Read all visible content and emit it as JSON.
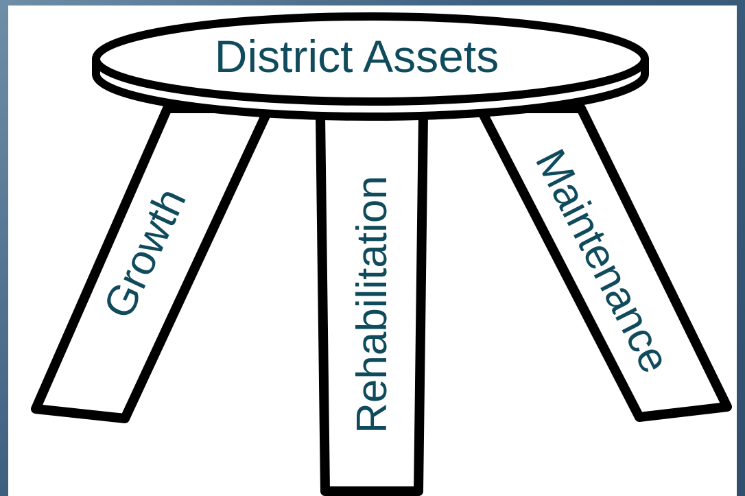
{
  "diagram": {
    "title": "District Assets",
    "legs": {
      "left": "Growth",
      "center": "Rehabilitation",
      "right": "Maintenance"
    }
  },
  "colors": {
    "text": "#0f4b5c",
    "outline": "#000000",
    "background": "#ffffff",
    "border": "#4d7292"
  }
}
